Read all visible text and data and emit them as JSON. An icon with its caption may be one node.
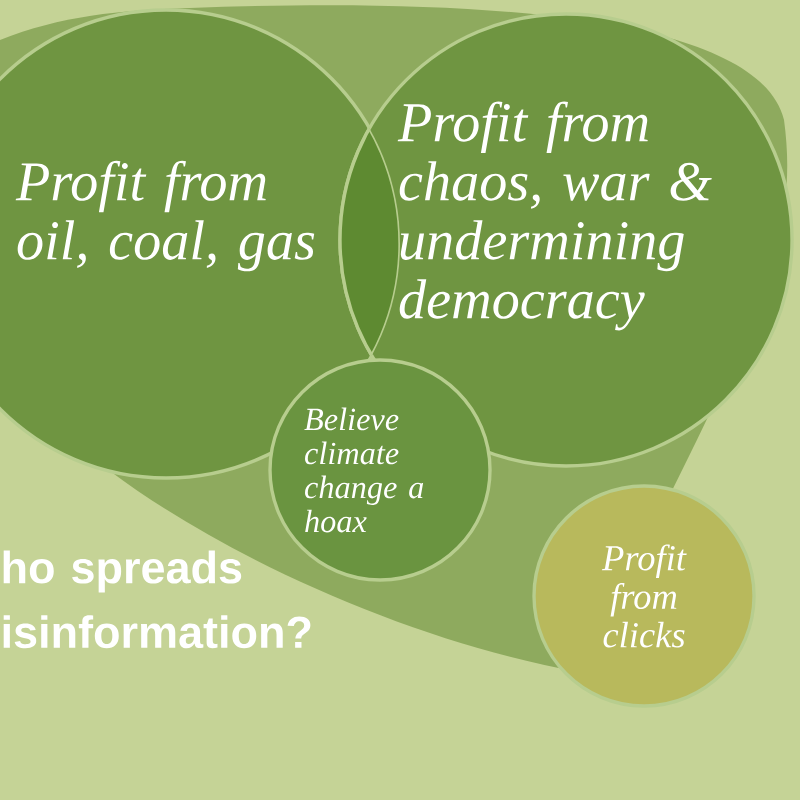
{
  "diagram": {
    "nodes": [
      {
        "text": [
          "*Profit from oil, coal, gas*"
        ]
      },
      {
        "text": [
          "*Profit from chaos, war & undermining democracy*"
        ]
      },
      {
        "text": [
          "*Believe climate change a hoax*"
        ]
      },
      {
        "text": [
          "*Profit from clicks*"
        ]
      }
    ],
    "labels": [
      "ho spreads isinformation?"
    ]
  }
}
